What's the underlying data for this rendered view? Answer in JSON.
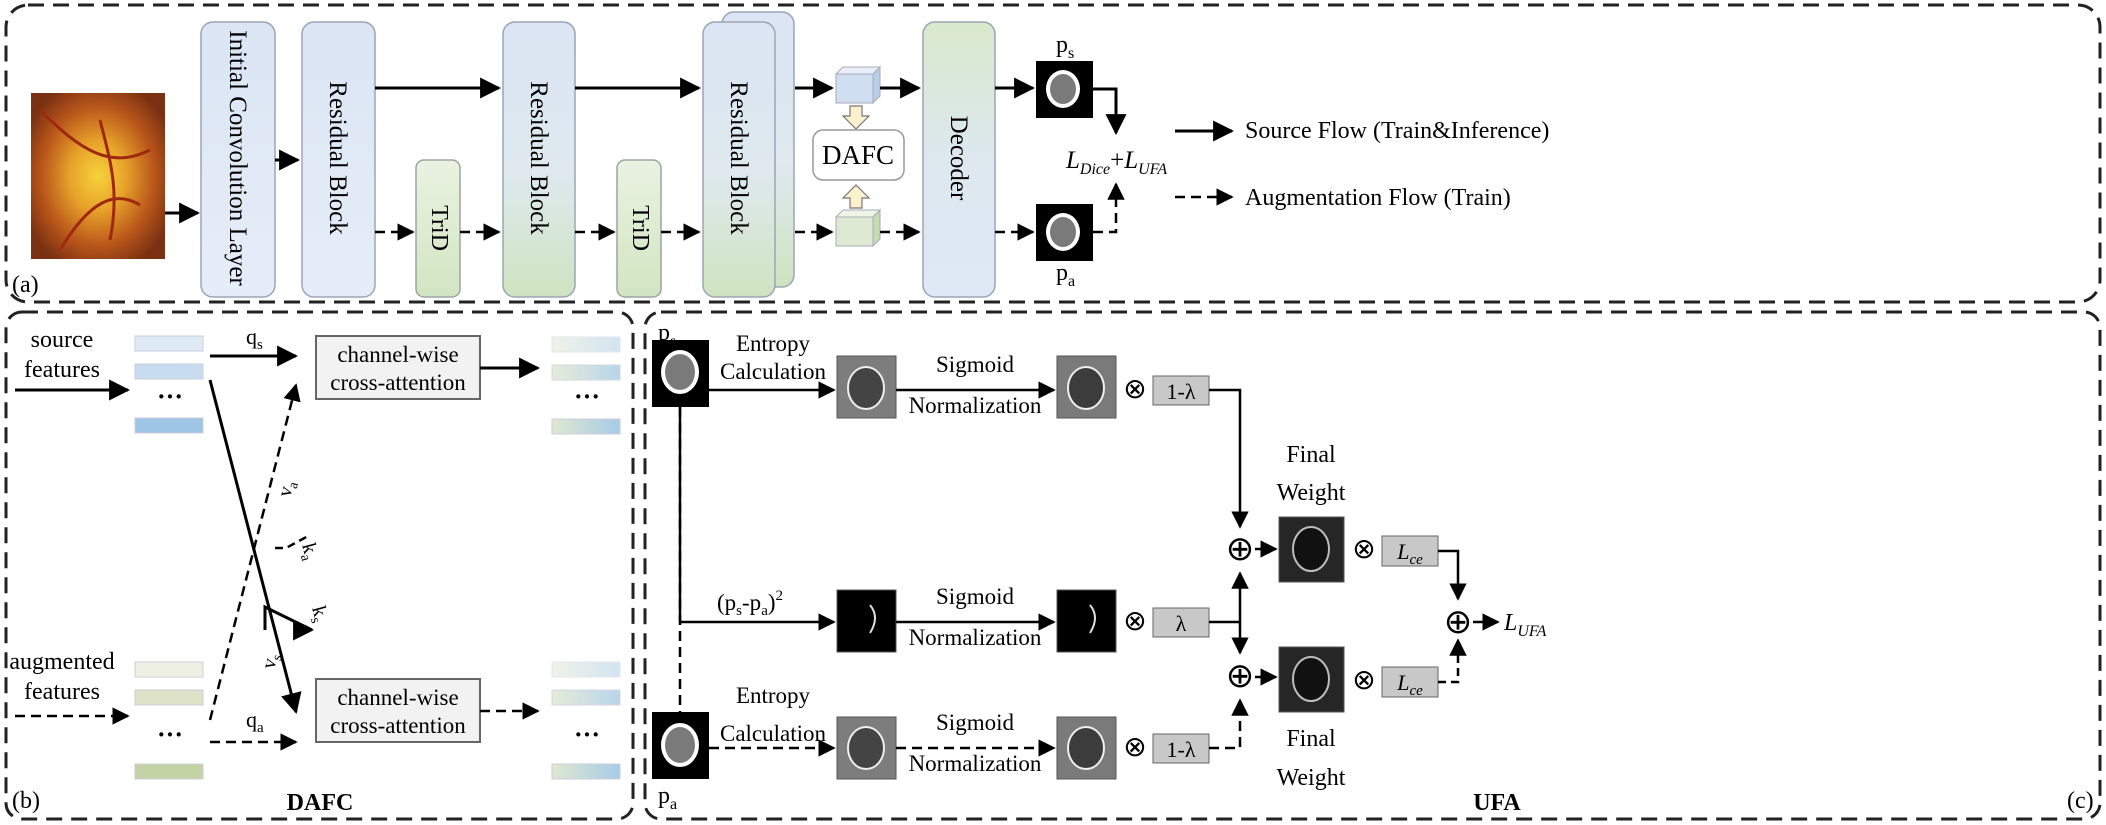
{
  "panel_a": {
    "tag": "(a)",
    "blocks": {
      "initial_conv": "Initial Convolution Layer",
      "residual1": "Residual Block",
      "residual2": "Residual Block",
      "residual3": "Residual Block",
      "trid1": "TriD",
      "trid2": "TriD",
      "dafc": "DAFC",
      "decoder": "Decoder"
    },
    "outputs": {
      "ps_label": "p",
      "ps_sub": "s",
      "pa_label": "p",
      "pa_sub": "a"
    },
    "loss": {
      "l": "L",
      "dice_sub": "Dice",
      "plus": "+",
      "ufa_sub": "UFA"
    },
    "legend": {
      "source": "Source Flow (Train&Inference)",
      "augmentation": "Augmentation Flow (Train)"
    }
  },
  "panel_b": {
    "tag": "(b)",
    "title": "DAFC",
    "source_features": [
      "source",
      "features"
    ],
    "augmented_features": [
      "augmented",
      "features"
    ],
    "dots": "···",
    "labels": {
      "q": "q",
      "s": "s",
      "a": "a",
      "v": "v",
      "k": "k"
    },
    "attention_top": [
      "channel-wise",
      "cross-attention"
    ],
    "attention_bottom": [
      "channel-wise",
      "cross-attention"
    ]
  },
  "panel_c": {
    "tag": "(c)",
    "title": "UFA",
    "ps": "p",
    "ps_sub": "s",
    "pa": "p",
    "pa_sub": "a",
    "entropy_top": [
      "Entropy",
      "Calculation"
    ],
    "entropy_bottom": [
      "Entropy",
      "Calculation"
    ],
    "sq_diff_main": "(p",
    "sq_diff_s": "s",
    "sq_diff_mid": "-p",
    "sq_diff_a": "a",
    "sq_diff_end": ")",
    "sq_diff_exp": "2",
    "sigmoid": [
      "Sigmoid",
      "Normalization"
    ],
    "one_minus_lambda": "1-λ",
    "lambda": "λ",
    "final_weight": [
      "Final",
      "Weight"
    ],
    "lce_l": "L",
    "lce_sub": "ce",
    "lufa_l": "L",
    "lufa_sub": "UFA"
  },
  "colors": {
    "block_blue": "#dce6f5",
    "block_green": "#d6e8c8",
    "line": "#000000"
  }
}
